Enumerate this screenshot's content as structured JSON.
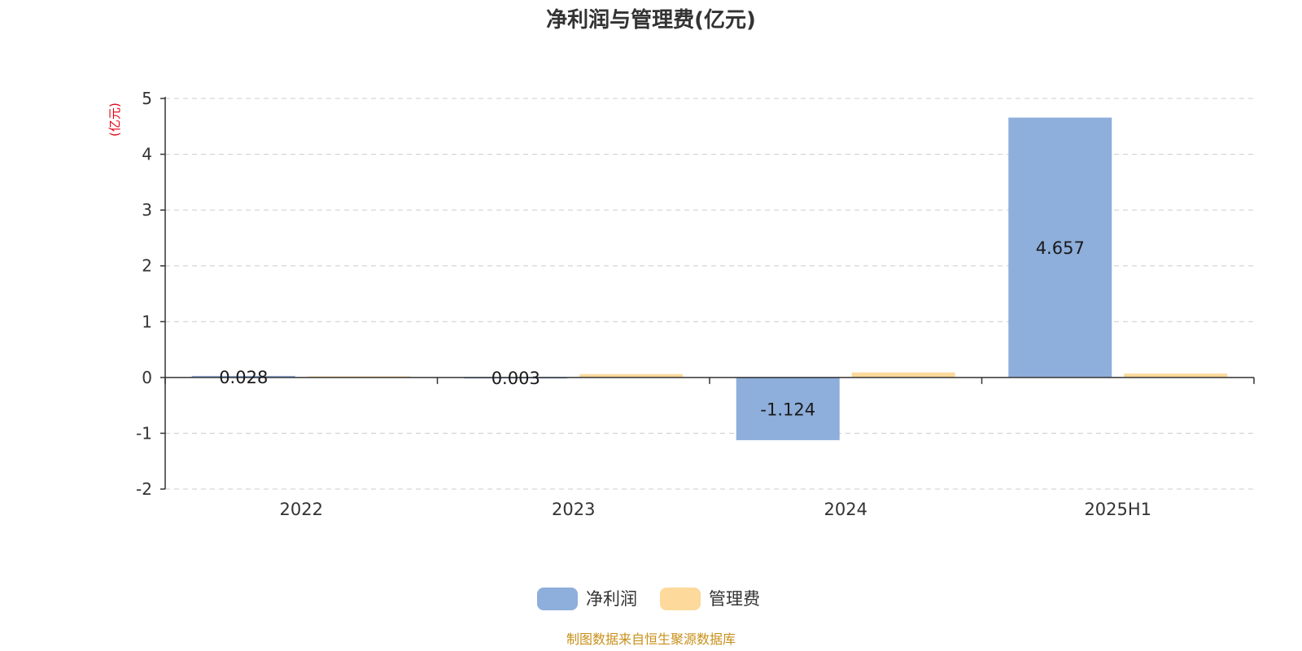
{
  "chart_data": {
    "type": "bar",
    "title": "净利润与管理费(亿元)",
    "ylabel": "(亿元)",
    "categories": [
      "2022",
      "2023",
      "2024",
      "2025H1"
    ],
    "series": [
      {
        "name": "净利润",
        "values": [
          0.028,
          0.003,
          -1.124,
          4.657
        ],
        "labels": [
          "0.028",
          "0.003",
          "-1.124",
          "4.657"
        ],
        "color": "#8eaedb"
      },
      {
        "name": "管理费",
        "values": [
          0.02,
          0.06,
          0.09,
          0.07
        ],
        "color": "#fdd99b"
      }
    ],
    "ylim": [
      -2,
      5
    ],
    "yticks": [
      5,
      4,
      3,
      2,
      1,
      0,
      -1,
      -2
    ],
    "grid": true,
    "legend_position": "bottom-center"
  },
  "footer": {
    "source": "制图数据来自恒生聚源数据库"
  },
  "colors": {
    "title": "#333333",
    "axis": "#333333",
    "grid": "#cccccc",
    "unit": "#e60012",
    "source": "#c8901a"
  }
}
